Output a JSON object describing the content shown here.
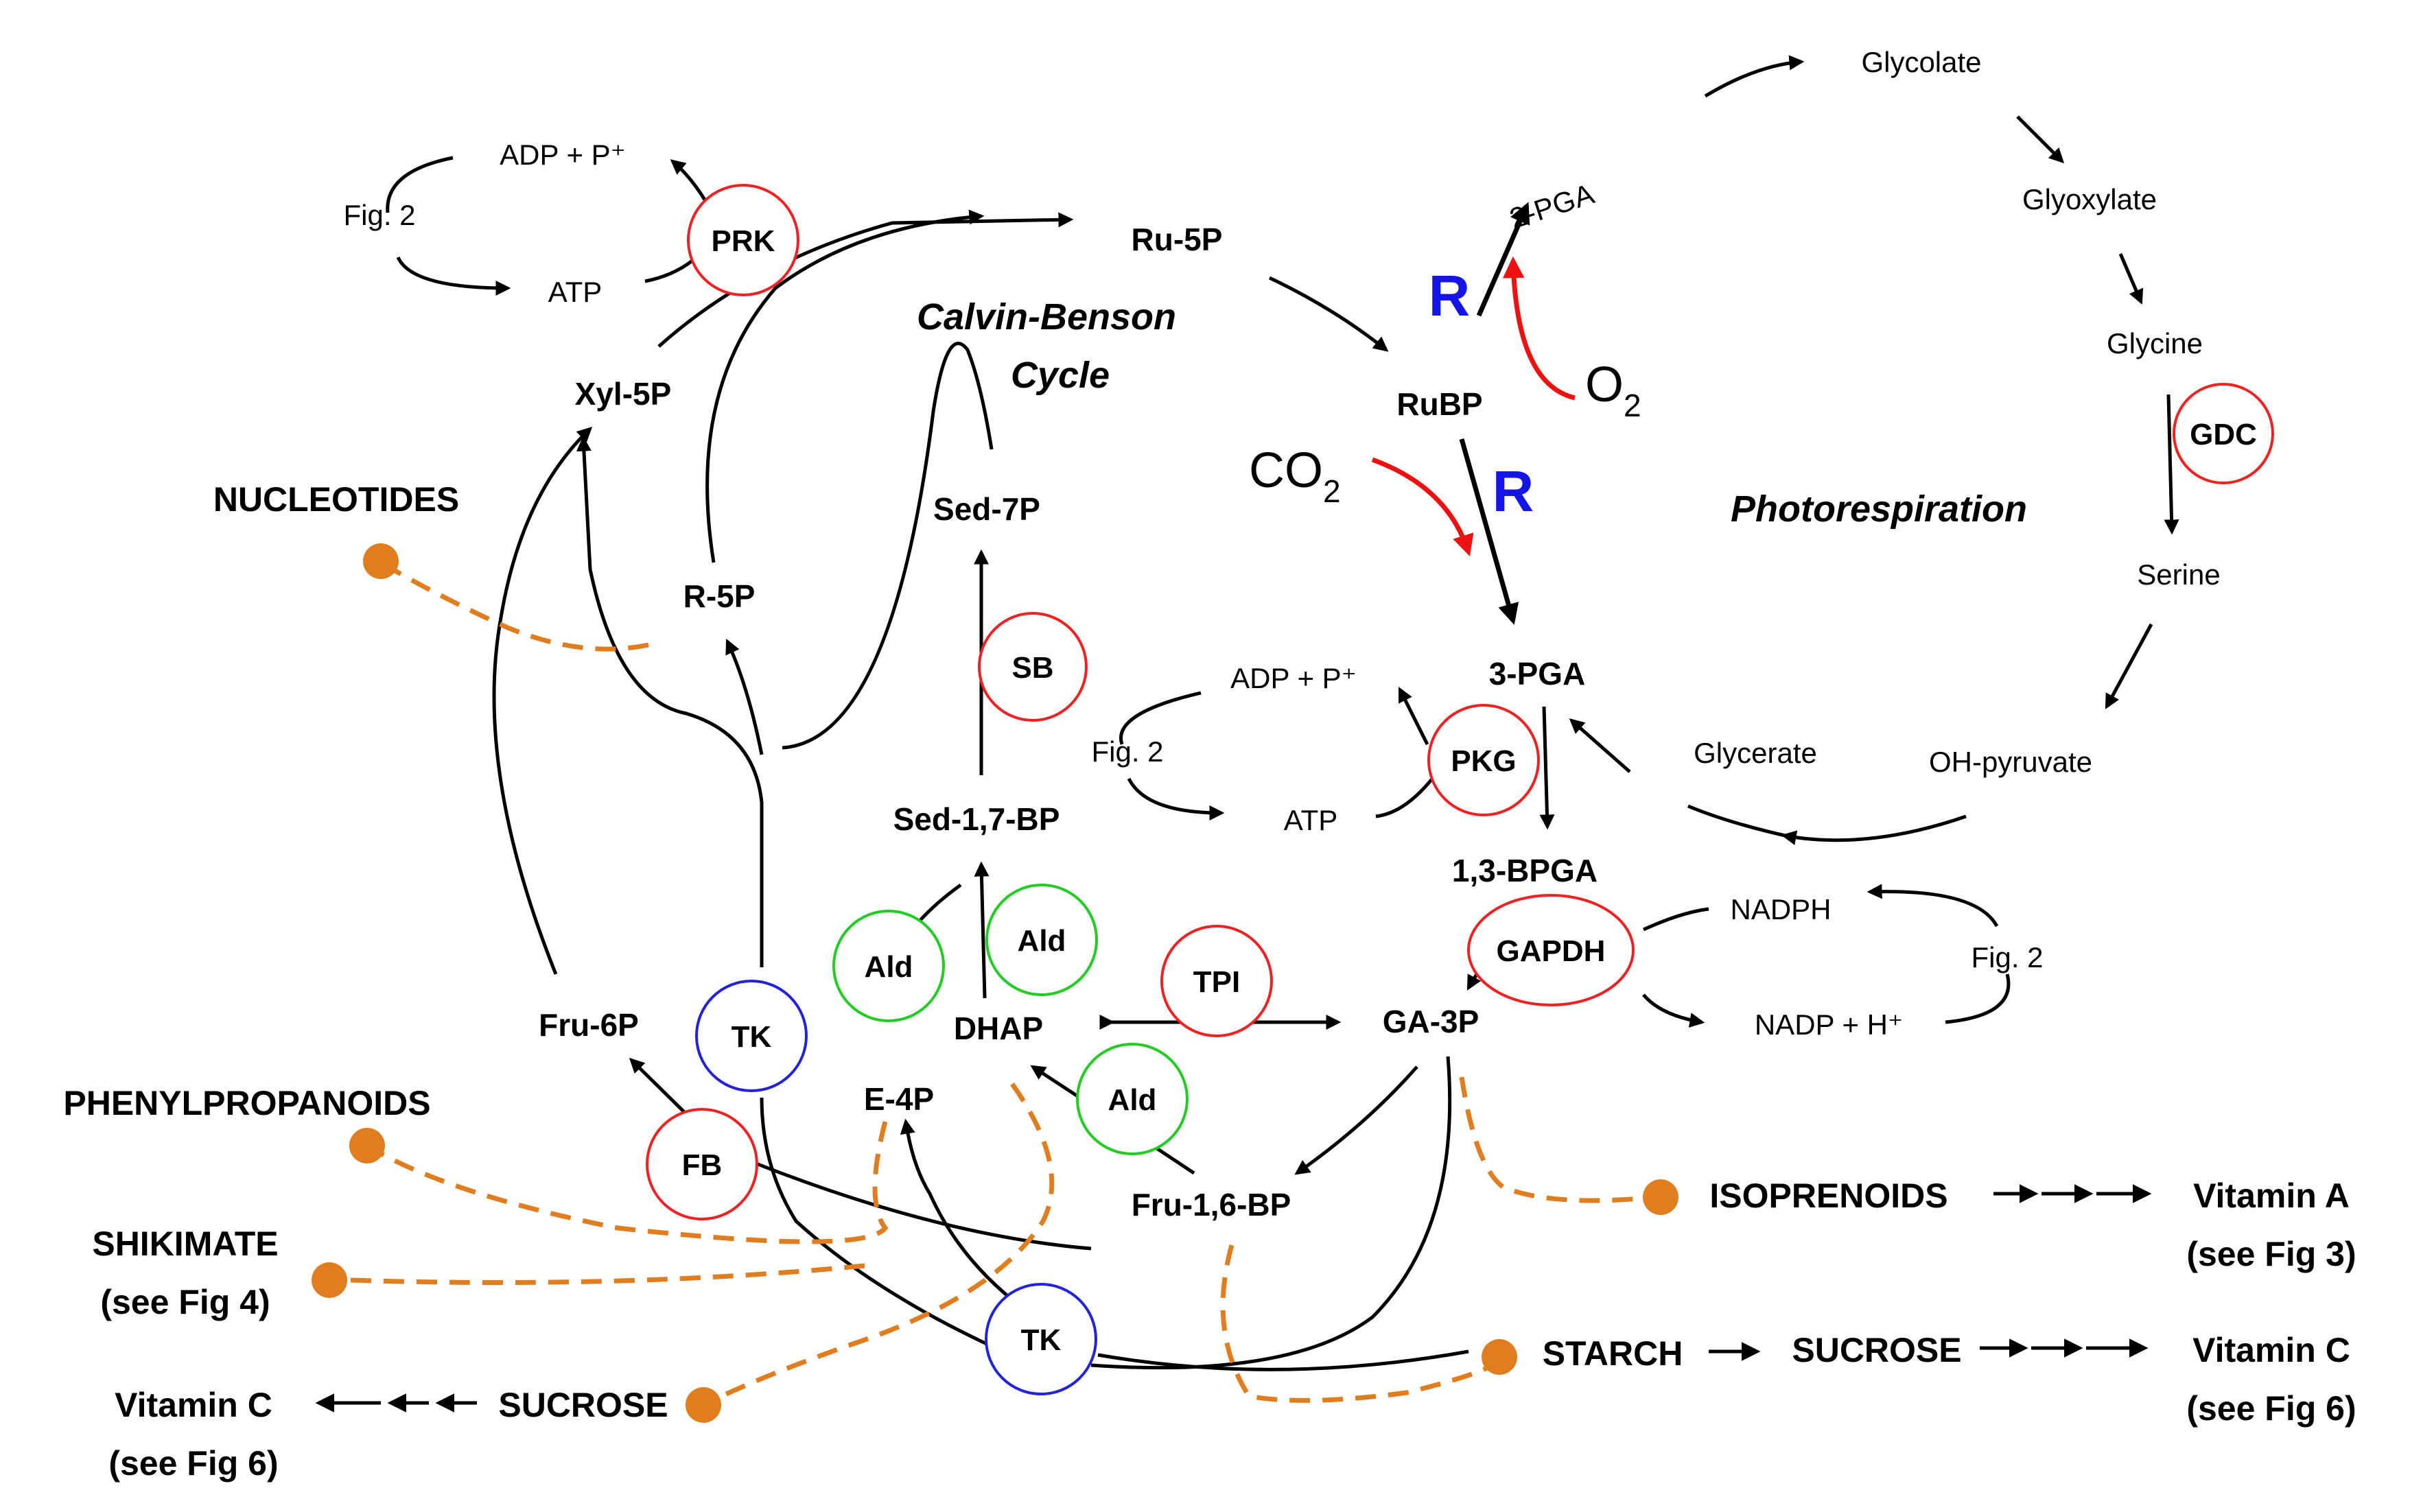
{
  "metabolites": {
    "ru5p": "Ru-5P",
    "rubp": "RuBP",
    "pga3": "3-PGA",
    "bpga13": "1,3-BPGA",
    "ga3p": "GA-3P",
    "dhap": "DHAP",
    "fru16bp": "Fru-1,6-BP",
    "fru6p": "Fru-6P",
    "e4p": "E-4P",
    "sed17bp": "Sed-1,7-BP",
    "sed7p": "Sed-7P",
    "r5p": "R-5P",
    "xyl5p": "Xyl-5P",
    "pga2": "2-PGA",
    "glycolate": "Glycolate",
    "glyoxylate": "Glyoxylate",
    "glycine": "Glycine",
    "serine": "Serine",
    "ohpyruvate": "OH-pyruvate",
    "glycerate": "Glycerate"
  },
  "cofactors": {
    "adp_top": "ADP + P⁺",
    "atp_top": "ATP",
    "fig2_top": "Fig. 2",
    "adp_mid": "ADP + P⁺",
    "atp_mid": "ATP",
    "fig2_mid": "Fig. 2",
    "nadph": "NADPH",
    "nadp": "NADP + H⁺",
    "fig2_right": "Fig. 2"
  },
  "gases": {
    "co2": "CO",
    "co2_sub": "2",
    "o2": "O",
    "o2_sub": "2"
  },
  "rubisco_label": "R",
  "titles": {
    "calvin_line1": "Calvin-Benson",
    "calvin_line2": "Cycle",
    "photorespiration": "Photorespiration"
  },
  "enzymes": {
    "prk": "PRK",
    "sb": "SB",
    "pkg": "PKG",
    "gapdh": "GAPDH",
    "tpi": "TPI",
    "ald1": "Ald",
    "ald2": "Ald",
    "ald3": "Ald",
    "tk1": "TK",
    "tk2": "TK",
    "fb": "FB",
    "gdc": "GDC"
  },
  "products": {
    "nucleotides": "NUCLEOTIDES",
    "phenylpropanoids": "PHENYLPROPANOIDS",
    "shikimate": "SHIKIMATE",
    "shikimate_ref": "(see Fig 4)",
    "vitc_left": "Vitamin C",
    "vitc_left_ref": "(see Fig 6)",
    "sucrose_left": "SUCROSE",
    "isoprenoids": "ISOPRENOIDS",
    "vita": "Vitamin A",
    "vita_ref": "(see Fig 3)",
    "starch": "STARCH",
    "sucrose_right": "SUCROSE",
    "vitc_right": "Vitamin C",
    "vitc_right_ref": "(see Fig 6)"
  }
}
